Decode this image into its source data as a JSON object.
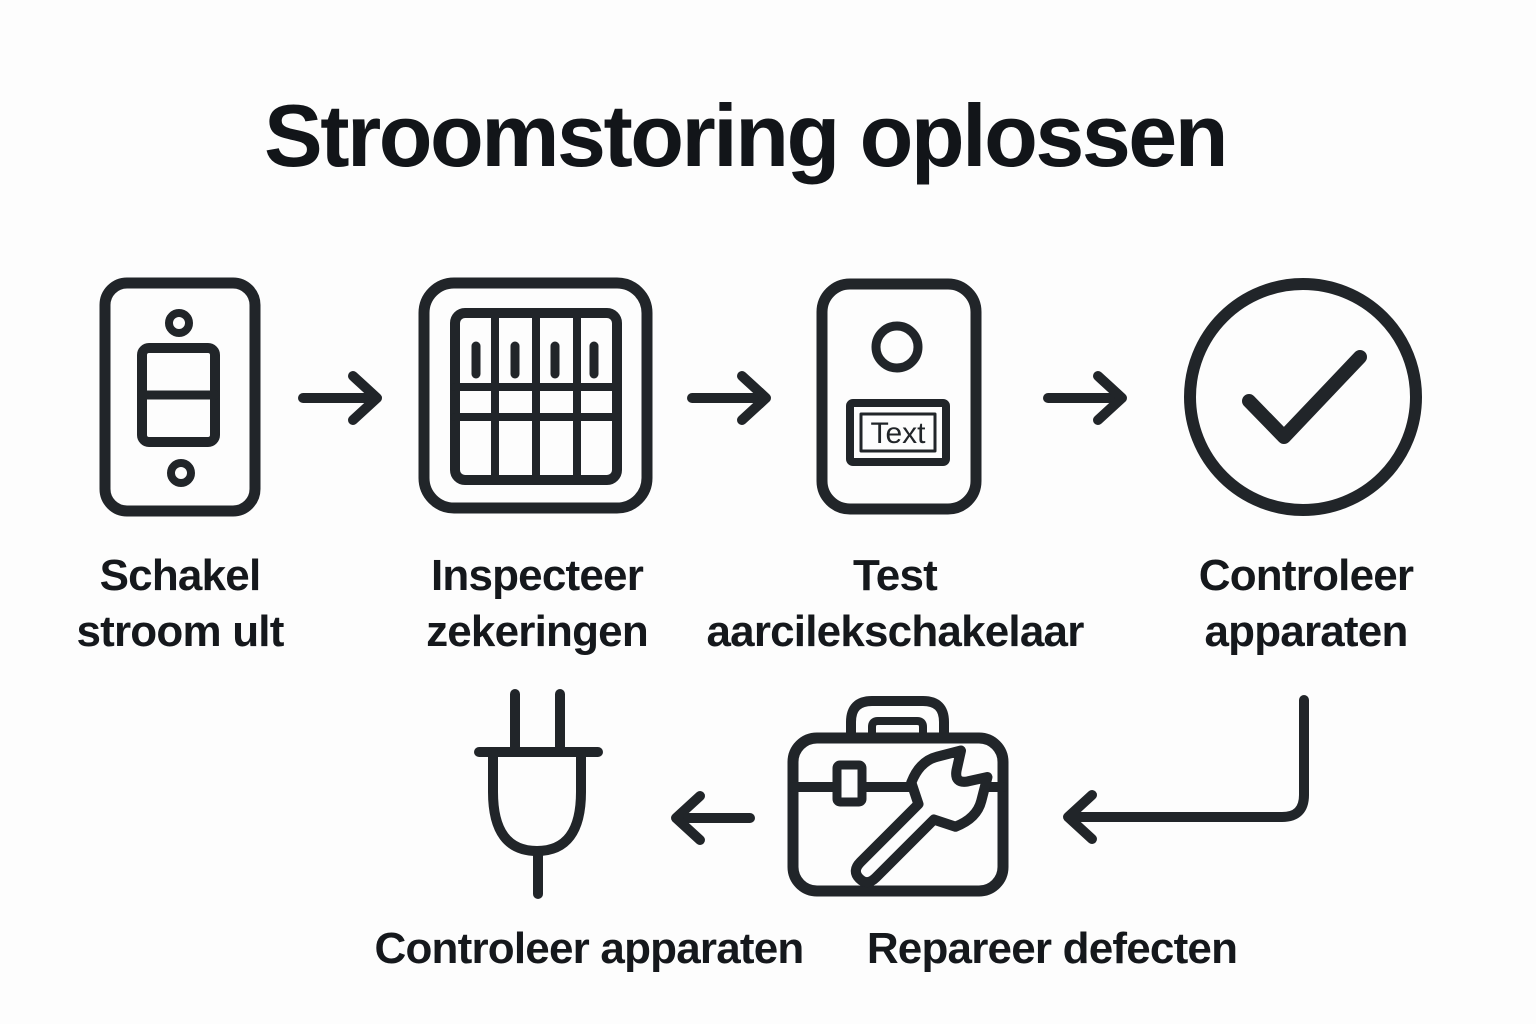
{
  "title": "Stroomstoring oplossen",
  "colors": {
    "ink": "#212529",
    "background": "#fdfdfd"
  },
  "steps": [
    {
      "icon": "light-switch-icon",
      "label_line1": "Schakel",
      "label_line2": "stroom ult"
    },
    {
      "icon": "fuse-box-icon",
      "label_line1": "Inspecteer",
      "label_line2": "zekeringen"
    },
    {
      "icon": "rcd-tester-icon",
      "label_line1": "Test",
      "label_line2": "aarcilekschakelaar",
      "device_screen_text": "Text"
    },
    {
      "icon": "checkmark-circle-icon",
      "label_line1": "Controleer",
      "label_line2": "apparaten"
    }
  ],
  "bottom_steps": [
    {
      "icon": "power-plug-icon",
      "label": "Controleer apparaten"
    },
    {
      "icon": "toolbox-wrench-icon",
      "label": "Repareer defecten"
    }
  ]
}
